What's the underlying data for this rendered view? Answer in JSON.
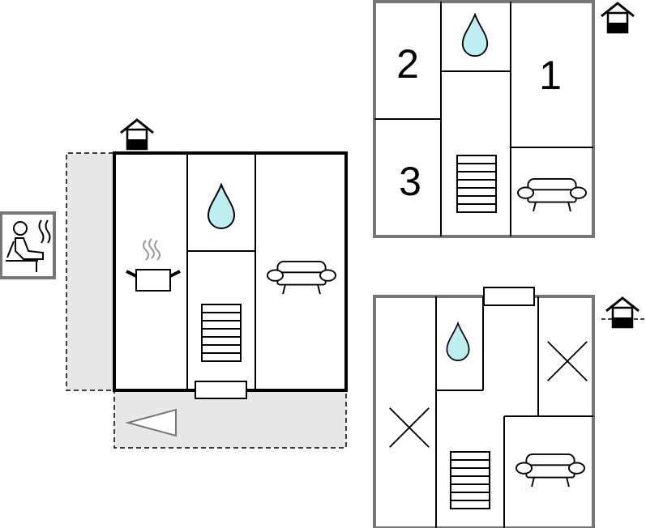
{
  "colors": {
    "wall_main": "#000000",
    "wall_upper": "#777777",
    "outdoor_fill": "#e8e8e8",
    "water_fill": "#bfeef0",
    "background": "#ffffff"
  },
  "icons": {
    "sauna": "sauna-icon",
    "water": "water-drop-icon",
    "cooking": "cooking-pot-icon",
    "sofa": "sofa-icon",
    "stairs": "stairs-icon",
    "bed_placeholder": "cross-icon",
    "entrance": "entrance-house-icon",
    "terrace_direction": "triangle-left-icon"
  },
  "floors": {
    "ground": {
      "icons": [
        "cooking-pot-icon",
        "water-drop-icon",
        "stairs-icon",
        "sofa-icon",
        "sauna-icon",
        "entrance-house-icon",
        "triangle-left-icon"
      ]
    },
    "upper": {
      "bedrooms": [
        {
          "number": "2"
        },
        {
          "number": "1"
        },
        {
          "number": "3"
        }
      ],
      "icons": [
        "water-drop-icon",
        "stairs-icon",
        "sofa-icon",
        "entrance-house-icon"
      ]
    },
    "lower": {
      "icons": [
        "water-drop-icon",
        "cross-icon",
        "cross-icon",
        "stairs-icon",
        "sofa-icon",
        "entrance-house-icon"
      ]
    }
  }
}
